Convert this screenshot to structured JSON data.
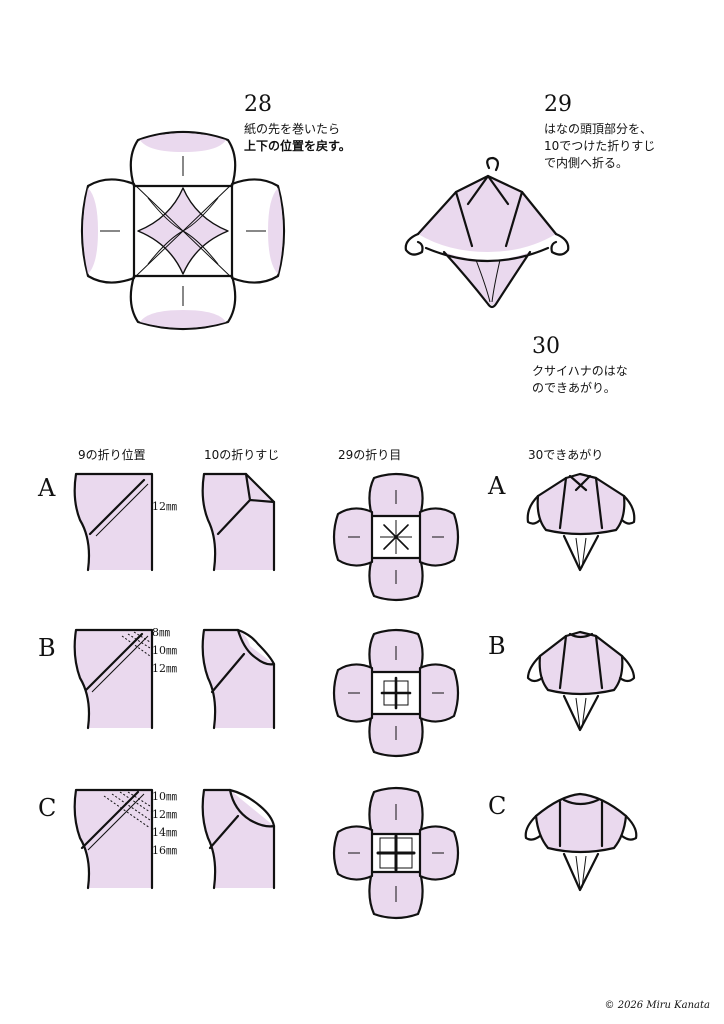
{
  "steps": [
    {
      "number": "28",
      "line1": "紙の先を巻いたら",
      "line2": "上下の位置を戻す。"
    },
    {
      "number": "29",
      "text": "はなの頭頂部分を、\n10でつけた折りすじ\nで内側へ折る。"
    },
    {
      "number": "30",
      "text": "クサイハナのはな\nのできあがり。"
    }
  ],
  "columns": [
    "9の折り位置",
    "10の折りすじ",
    "29の折り目",
    "30できあがり"
  ],
  "rows": [
    {
      "label": "A",
      "measures": [
        "12㎜"
      ]
    },
    {
      "label": "B",
      "measures": [
        "8㎜",
        "10㎜",
        "12㎜"
      ]
    },
    {
      "label": "C",
      "measures": [
        "10㎜",
        "12㎜",
        "14㎜",
        "16㎜"
      ]
    }
  ],
  "copyright": "© 2026 Miru Kanata",
  "colors": {
    "paper_tint": "#ead9ee",
    "ink": "#111111"
  }
}
